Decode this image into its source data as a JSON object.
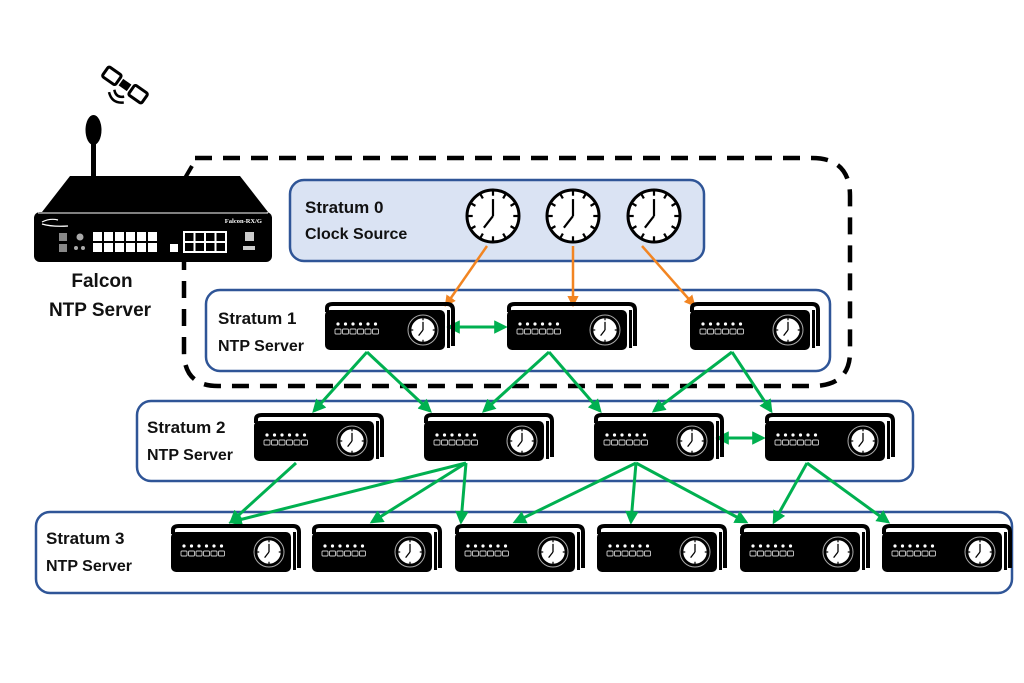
{
  "falcon": {
    "model_label": "Falcon-RX/G",
    "caption_line1": "Falcon",
    "caption_line2": "NTP Server"
  },
  "strata": [
    {
      "title": "Stratum 0",
      "subtitle": "Clock Source",
      "device": "clock",
      "count": 3
    },
    {
      "title": "Stratum 1",
      "subtitle": "NTP Server",
      "device": "server",
      "count": 3
    },
    {
      "title": "Stratum 2",
      "subtitle": "NTP Server",
      "device": "server",
      "count": 4
    },
    {
      "title": "Stratum 3",
      "subtitle": "NTP Server",
      "device": "server",
      "count": 6
    }
  ],
  "colors": {
    "stratum0_fill": "#dae3f3",
    "box_stroke": "#2f5597",
    "source_arrow": "#f28522",
    "sync_arrow": "#00b050",
    "device": "#000000",
    "dashed_boundary": "#000000"
  },
  "links": {
    "source": [
      {
        "from": [
          0,
          0
        ],
        "to": [
          1,
          0
        ]
      },
      {
        "from": [
          0,
          1
        ],
        "to": [
          1,
          1
        ]
      },
      {
        "from": [
          0,
          2
        ],
        "to": [
          1,
          2
        ]
      }
    ],
    "peer": [
      {
        "a": [
          1,
          0
        ],
        "b": [
          1,
          1
        ]
      },
      {
        "a": [
          2,
          2
        ],
        "b": [
          2,
          3
        ]
      }
    ],
    "downstream": [
      {
        "from": [
          1,
          0
        ],
        "to": [
          2,
          0
        ]
      },
      {
        "from": [
          1,
          0
        ],
        "to": [
          2,
          1
        ]
      },
      {
        "from": [
          1,
          1
        ],
        "to": [
          2,
          1
        ]
      },
      {
        "from": [
          1,
          1
        ],
        "to": [
          2,
          2
        ]
      },
      {
        "from": [
          1,
          2
        ],
        "to": [
          2,
          2
        ]
      },
      {
        "from": [
          1,
          2
        ],
        "to": [
          2,
          3
        ]
      },
      {
        "from": [
          2,
          0
        ],
        "to": [
          3,
          0
        ]
      },
      {
        "from": [
          2,
          1
        ],
        "to": [
          3,
          0
        ]
      },
      {
        "from": [
          2,
          1
        ],
        "to": [
          3,
          1
        ]
      },
      {
        "from": [
          2,
          1
        ],
        "to": [
          3,
          2
        ]
      },
      {
        "from": [
          2,
          2
        ],
        "to": [
          3,
          2
        ]
      },
      {
        "from": [
          2,
          2
        ],
        "to": [
          3,
          3
        ]
      },
      {
        "from": [
          2,
          2
        ],
        "to": [
          3,
          4
        ]
      },
      {
        "from": [
          2,
          3
        ],
        "to": [
          3,
          4
        ]
      },
      {
        "from": [
          2,
          3
        ],
        "to": [
          3,
          5
        ]
      }
    ]
  }
}
